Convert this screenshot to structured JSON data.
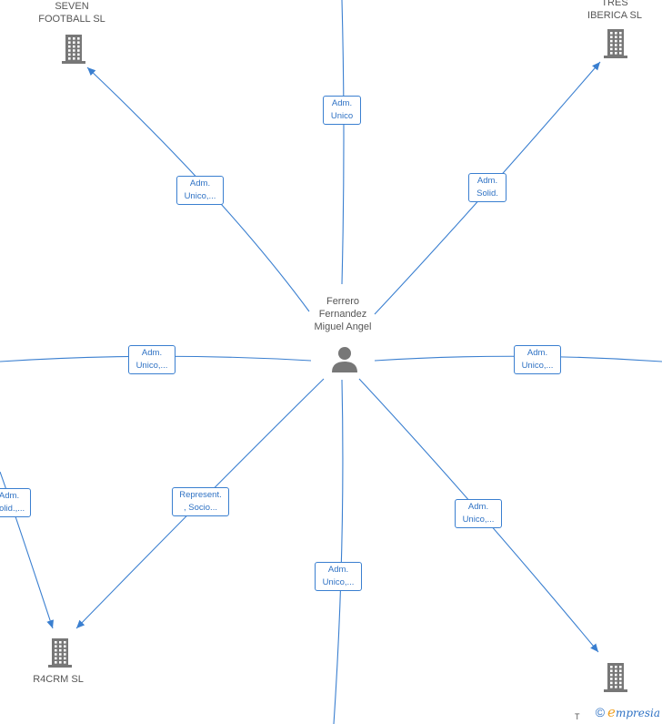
{
  "center": {
    "label": "Ferrero\nFernandez\nMiguel Angel",
    "icon": "person-icon"
  },
  "nodes": [
    {
      "id": "seven",
      "label": "SEVEN\nFOOTBALL  SL",
      "icon": "building-icon"
    },
    {
      "id": "tres",
      "label": "TRES\nIBERICA SL",
      "icon": "building-icon"
    },
    {
      "id": "r4crm",
      "label": "R4CRM  SL",
      "icon": "building-icon"
    },
    {
      "id": "bottom-right",
      "label": "",
      "icon": "building-icon"
    }
  ],
  "edge_labels": [
    {
      "id": "top",
      "text": "Adm.\nUnico"
    },
    {
      "id": "seven",
      "text": "Adm.\nUnico,..."
    },
    {
      "id": "tres",
      "text": "Adm.\nSolid."
    },
    {
      "id": "left",
      "text": "Adm.\nUnico,..."
    },
    {
      "id": "right",
      "text": "Adm.\nUnico,..."
    },
    {
      "id": "far-left",
      "text": "Adm.\nSolid.,..."
    },
    {
      "id": "r4crm",
      "text": "Represent.\n, Socio..."
    },
    {
      "id": "bottom",
      "text": "Adm.\nUnico,..."
    },
    {
      "id": "bottom-right",
      "text": "Adm.\nUnico,..."
    }
  ],
  "footer": {
    "copyright": "©",
    "brand_initial": "e",
    "brand_rest": "mpresia",
    "clipped_label": "T"
  },
  "colors": {
    "edge": "#3a7fd0",
    "icon": "#777777",
    "brand_accent": "#f0a020"
  }
}
